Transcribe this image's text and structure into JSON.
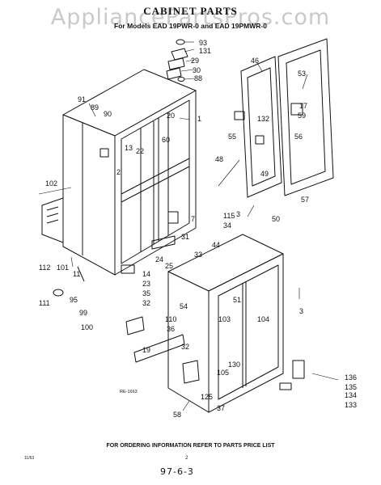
{
  "watermark": "AppliancePartsPros.com",
  "title": "CABINET PARTS",
  "subtitle": "For Models EAD 19PWR-0 and EAD 19PMWR-0",
  "figure_ref": "RE-1663",
  "footer": "FOR ORDERING INFORMATION REFER TO PARTS PRICE LIST",
  "page_number": "2",
  "date_mark": "97-6-3",
  "corner_code": "11/63",
  "callouts": [
    {
      "id": "93",
      "text": "93"
    },
    {
      "id": "131",
      "text": "131"
    },
    {
      "id": "29",
      "text": "29"
    },
    {
      "id": "30",
      "text": "30"
    },
    {
      "id": "88",
      "text": "88"
    },
    {
      "id": "46",
      "text": "46"
    },
    {
      "id": "53",
      "text": "53"
    },
    {
      "id": "17",
      "text": "17"
    },
    {
      "id": "59",
      "text": "59"
    },
    {
      "id": "91",
      "text": "91"
    },
    {
      "id": "89",
      "text": "89"
    },
    {
      "id": "90",
      "text": "90"
    },
    {
      "id": "20",
      "text": "20"
    },
    {
      "id": "1",
      "text": "1"
    },
    {
      "id": "60",
      "text": "60"
    },
    {
      "id": "13",
      "text": "13"
    },
    {
      "id": "22",
      "text": "22"
    },
    {
      "id": "2",
      "text": "2"
    },
    {
      "id": "132",
      "text": "132"
    },
    {
      "id": "55",
      "text": "55"
    },
    {
      "id": "56",
      "text": "56"
    },
    {
      "id": "48",
      "text": "48"
    },
    {
      "id": "49",
      "text": "49"
    },
    {
      "id": "57",
      "text": "57"
    },
    {
      "id": "102",
      "text": "102"
    },
    {
      "id": "3a",
      "text": "3"
    },
    {
      "id": "115",
      "text": "115"
    },
    {
      "id": "34",
      "text": "34"
    },
    {
      "id": "50",
      "text": "50"
    },
    {
      "id": "7",
      "text": "7"
    },
    {
      "id": "31",
      "text": "31"
    },
    {
      "id": "44",
      "text": "44"
    },
    {
      "id": "33",
      "text": "33"
    },
    {
      "id": "24",
      "text": "24"
    },
    {
      "id": "25",
      "text": "25"
    },
    {
      "id": "112",
      "text": "112"
    },
    {
      "id": "101",
      "text": "101"
    },
    {
      "id": "11",
      "text": "11"
    },
    {
      "id": "14",
      "text": "14"
    },
    {
      "id": "23",
      "text": "23"
    },
    {
      "id": "35",
      "text": "35"
    },
    {
      "id": "32a",
      "text": "32"
    },
    {
      "id": "111",
      "text": "111"
    },
    {
      "id": "95",
      "text": "95"
    },
    {
      "id": "99",
      "text": "99"
    },
    {
      "id": "100",
      "text": "100"
    },
    {
      "id": "3b",
      "text": "3"
    },
    {
      "id": "54",
      "text": "54"
    },
    {
      "id": "51",
      "text": "51"
    },
    {
      "id": "103",
      "text": "103"
    },
    {
      "id": "104",
      "text": "104"
    },
    {
      "id": "110",
      "text": "110"
    },
    {
      "id": "36",
      "text": "36"
    },
    {
      "id": "19",
      "text": "19"
    },
    {
      "id": "32b",
      "text": "32"
    },
    {
      "id": "130",
      "text": "130"
    },
    {
      "id": "105",
      "text": "105"
    },
    {
      "id": "125",
      "text": "125"
    },
    {
      "id": "37",
      "text": "37"
    },
    {
      "id": "58",
      "text": "58"
    },
    {
      "id": "136",
      "text": "136"
    },
    {
      "id": "135",
      "text": "135"
    },
    {
      "id": "134",
      "text": "134"
    },
    {
      "id": "133",
      "text": "133"
    }
  ]
}
